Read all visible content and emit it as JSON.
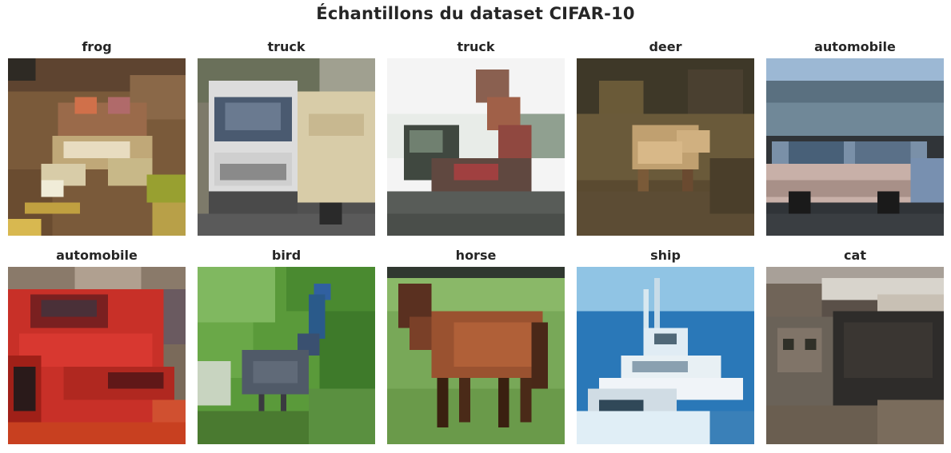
{
  "title": "Échantillons du dataset CIFAR-10",
  "samples": [
    {
      "label": "frog"
    },
    {
      "label": "truck"
    },
    {
      "label": "truck"
    },
    {
      "label": "deer"
    },
    {
      "label": "automobile"
    },
    {
      "label": "automobile"
    },
    {
      "label": "bird"
    },
    {
      "label": "horse"
    },
    {
      "label": "ship"
    },
    {
      "label": "cat"
    }
  ]
}
